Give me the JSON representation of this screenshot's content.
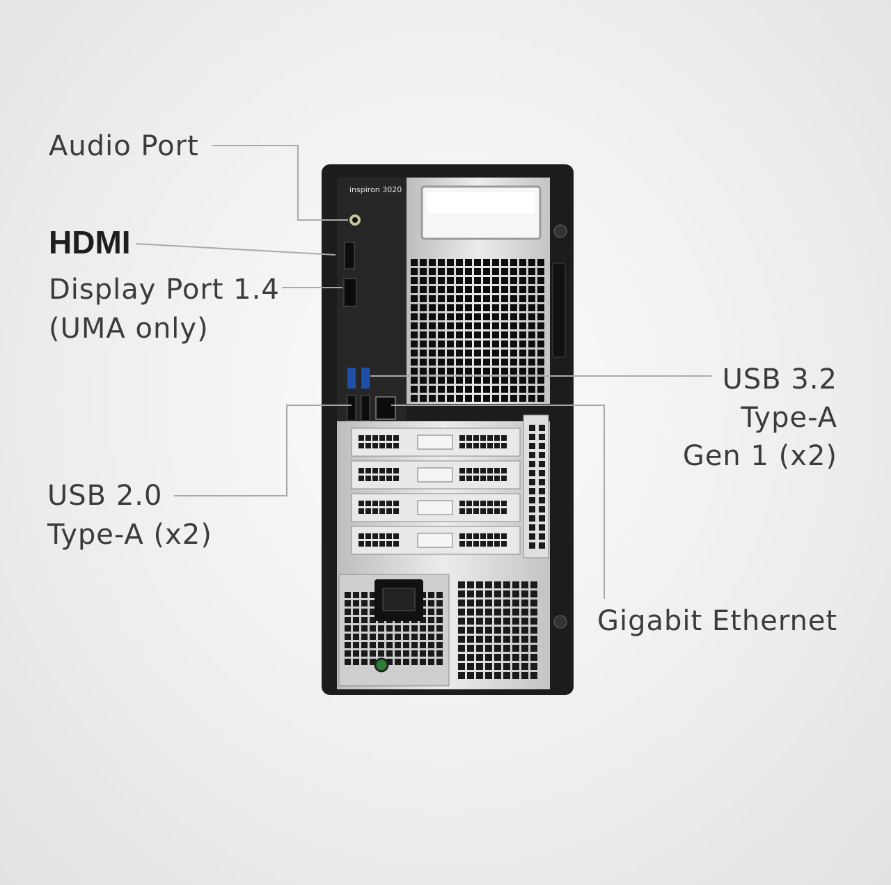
{
  "product": {
    "model_label": "inspiron 3020"
  },
  "callouts": {
    "audio_port": "Audio Port",
    "hdmi": "HDMI",
    "display_port": [
      "Display Port 1.4",
      "(UMA only)"
    ],
    "usb32": [
      "USB 3.2",
      "Type-A",
      "Gen 1 (x2)"
    ],
    "usb20": [
      "USB 2.0",
      "Type-A (x2)"
    ],
    "ethernet": "Gigabit Ethernet"
  },
  "colors": {
    "chassis": "#1c1c1c",
    "silver": "#d9d9d9",
    "usb3_blue": "#1f4fa8",
    "leader_line": "#a9a9a9",
    "text": "#3b3b3b"
  }
}
